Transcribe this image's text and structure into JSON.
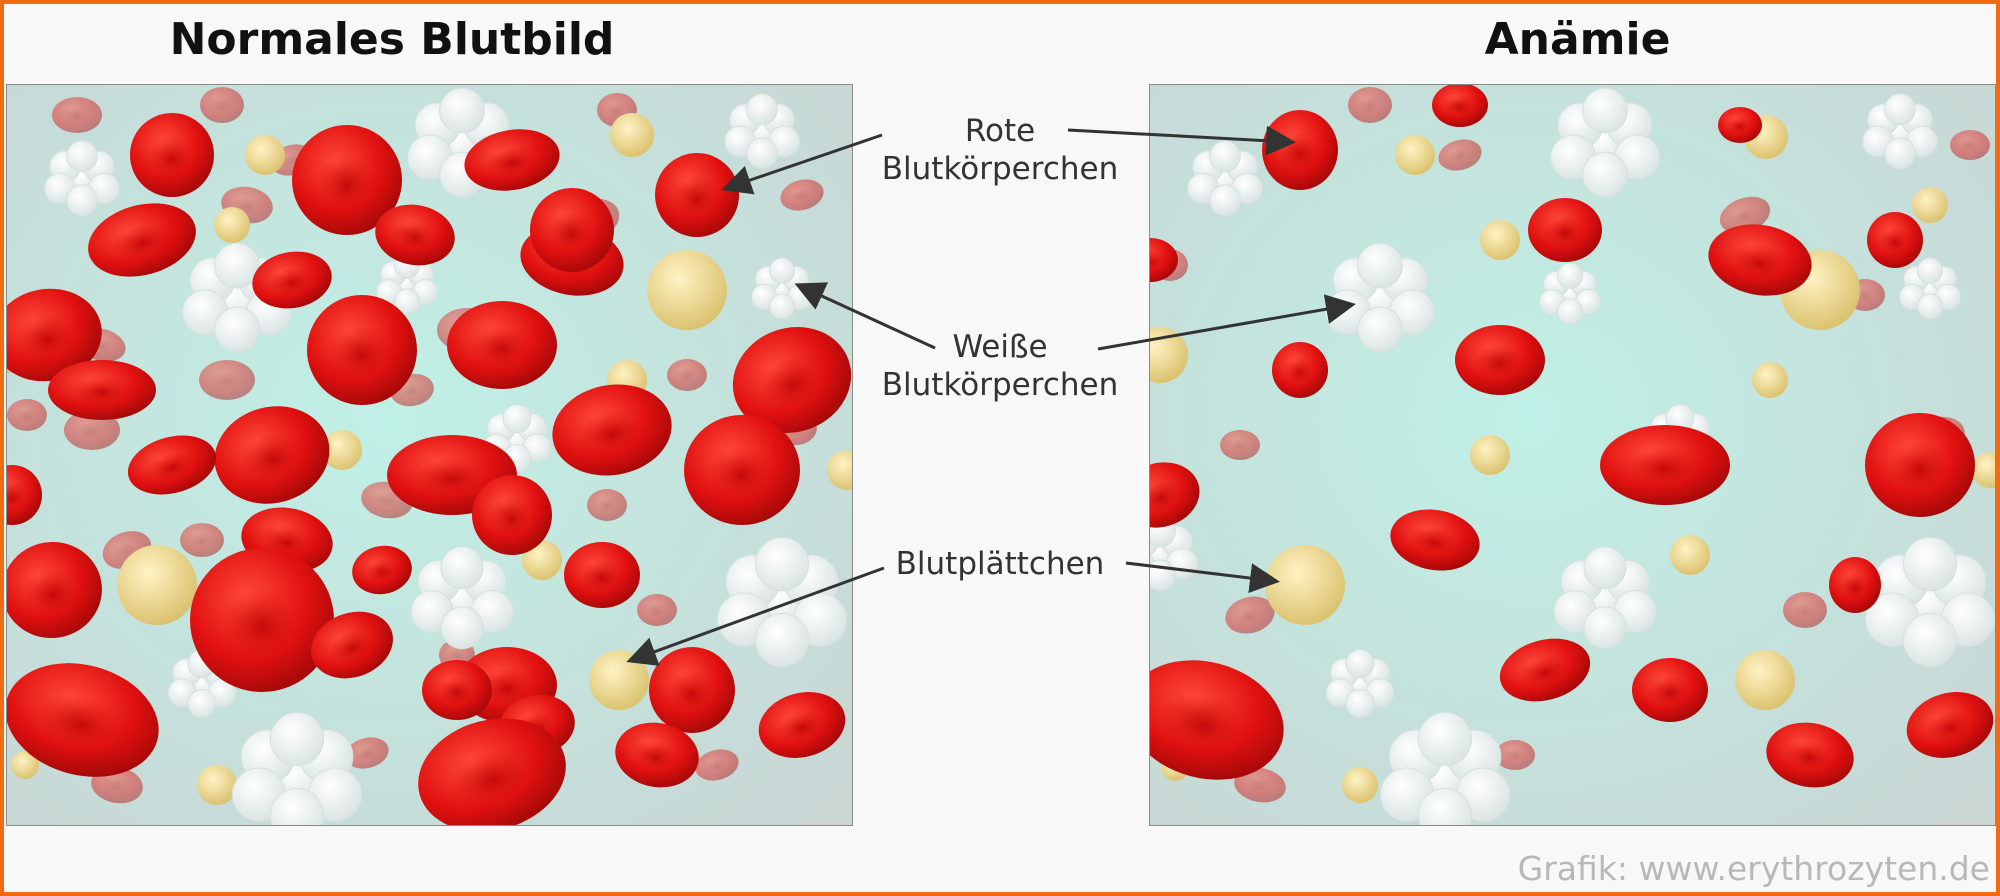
{
  "titles": {
    "left": "Normales Blutbild",
    "right": "Anämie"
  },
  "labels": {
    "red_cells_line1": "Rote",
    "red_cells_line2": "Blutkörperchen",
    "white_cells_line1": "Weiße",
    "white_cells_line2": "Blutkörperchen",
    "platelets": "Blutplättchen"
  },
  "credit": "Grafik: www.erythrozyten.de",
  "colors": {
    "frame": "#f26a12",
    "red_cell": "#e01010",
    "white_cell": "#ffffff",
    "platelet": "#e8d48a",
    "background": "#bfe6df"
  }
}
